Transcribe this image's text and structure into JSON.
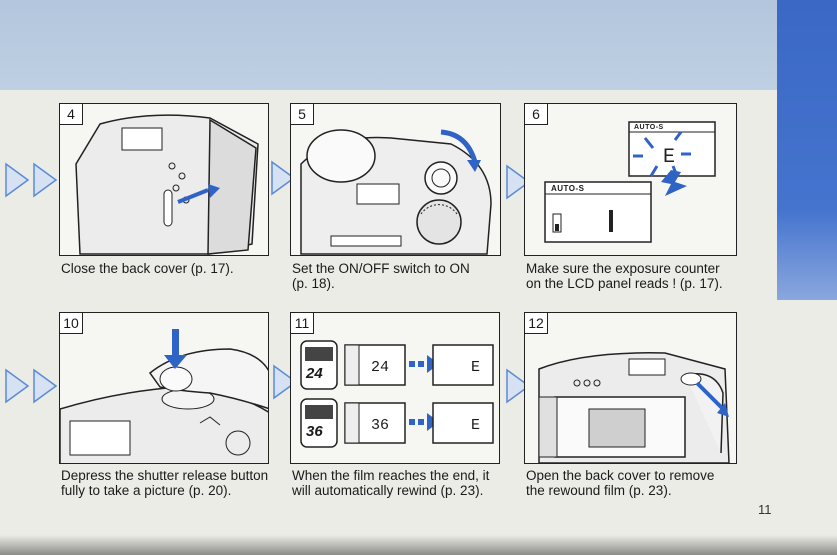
{
  "steps": [
    {
      "num": "4",
      "caption": "Close the back cover (p. 17)."
    },
    {
      "num": "5",
      "caption": "Set the ON/OFF switch to ON\n(p. 18)."
    },
    {
      "num": "6",
      "caption": "Make sure the exposure counter\non the LCD panel reads ! (p. 17).",
      "lcd_label_top": "AUTO-S",
      "lcd_label_bottom": "AUTO-S"
    },
    {
      "num": "10",
      "caption": "Depress the shutter release button\nfully to take a picture (p. 20)."
    },
    {
      "num": "11",
      "caption": "When the film reaches the end, it\nwill automatically rewind (p. 23).",
      "counter_a": "24",
      "counter_b": "36",
      "lcd_a": "24",
      "lcd_b": "36",
      "lcd_end": "E"
    },
    {
      "num": "12",
      "caption": "Open the back cover to remove\nthe rewound film (p. 23)."
    }
  ],
  "page_number": "11",
  "colors": {
    "accent_blue": "#2f63c6",
    "arrow_outline": "#5b8ad6",
    "header_band": "#b0c5e0"
  }
}
